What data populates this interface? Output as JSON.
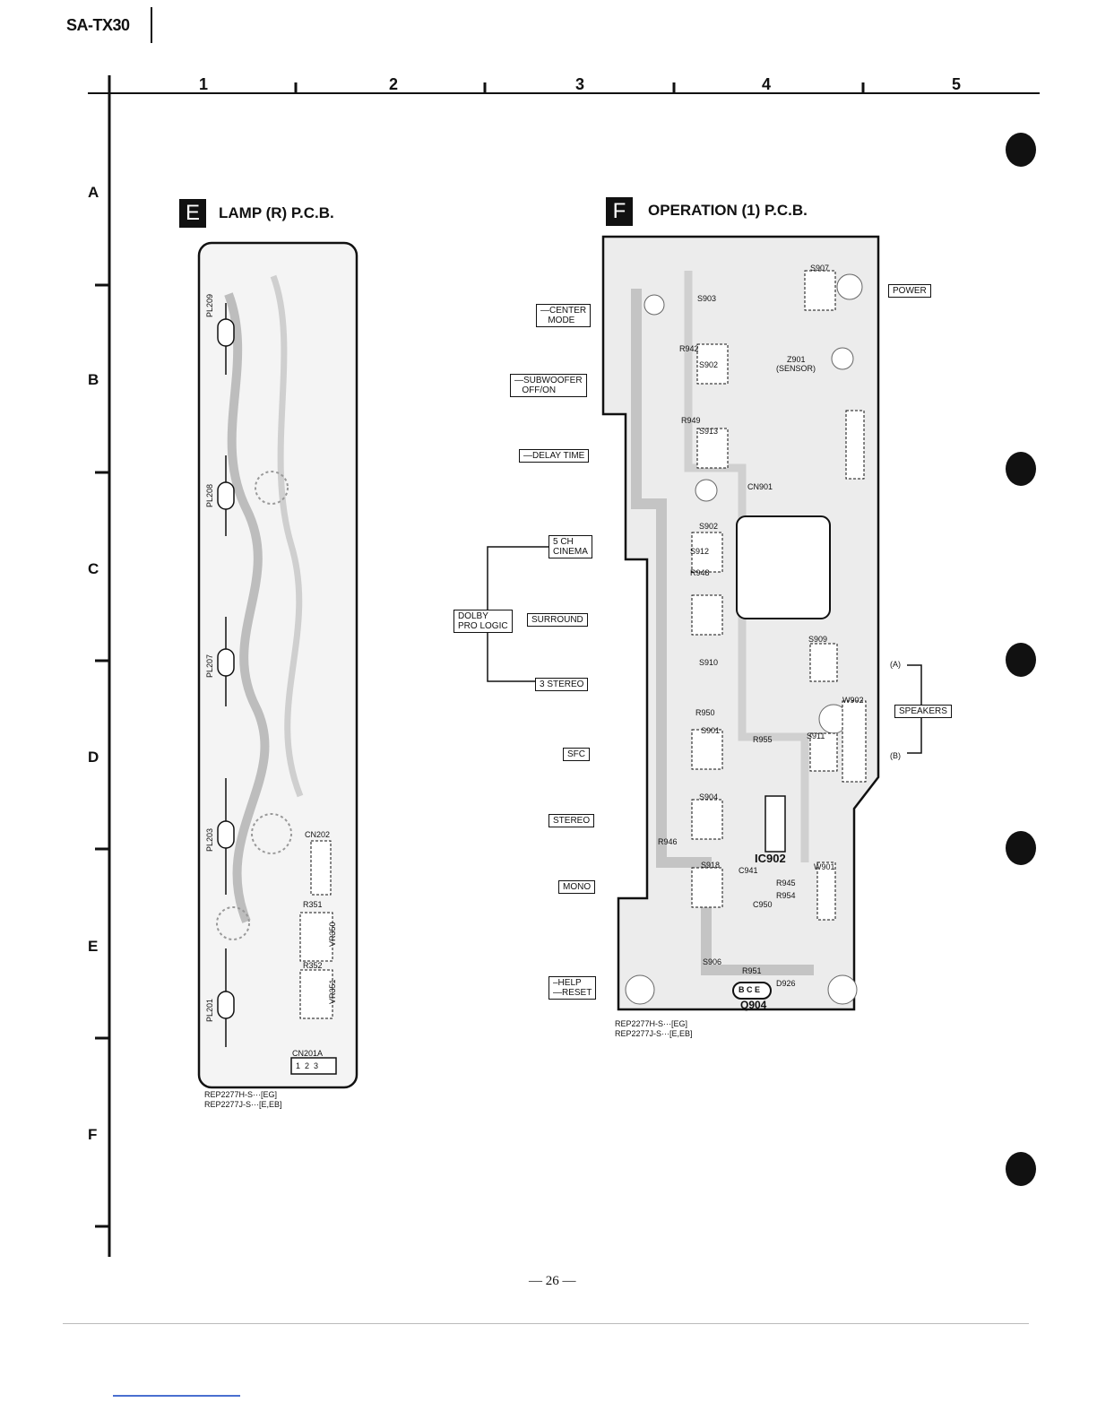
{
  "header": {
    "model": "SA-TX30"
  },
  "grid": {
    "columns": [
      "1",
      "2",
      "3",
      "4",
      "5"
    ],
    "rows": [
      "A",
      "B",
      "C",
      "D",
      "E",
      "F"
    ]
  },
  "pcb_e": {
    "badge": "E",
    "title": "LAMP (R) P.C.B.",
    "lamps": [
      "PL209",
      "PL208",
      "PL207",
      "PL203",
      "PL201"
    ],
    "parts": [
      "CN202",
      "R351",
      "VR350",
      "R352",
      "VR351",
      "CN201A"
    ],
    "connector_pins": "1  2  3",
    "part_numbers": "REP2277H-S···[EG]\nREP2277J-S···[E,EB]"
  },
  "pcb_f": {
    "badge": "F",
    "title": "OPERATION (1) P.C.B.",
    "labels": {
      "center_mode": "—CENTER\n   MODE",
      "subwoofer": "—SUBWOOFER\n   OFF/ON",
      "delay_time": "—DELAY TIME",
      "ch5_cinema": "5 CH\nCINEMA",
      "dolby": "DOLBY\nPRO LOGIC",
      "surround": "SURROUND",
      "stereo3": "3 STEREO",
      "sfc": "SFC",
      "stereo": "STEREO",
      "mono": "MONO",
      "help_reset": "–HELP\n—RESET",
      "power": "POWER",
      "speakers": "SPEAKERS",
      "spk_a": "(A)",
      "spk_b": "(B)"
    },
    "parts": [
      "S907",
      "S903",
      "R942",
      "S902",
      "Z901",
      "(SENSOR)",
      "R949",
      "S913",
      "CN901",
      "S902",
      "S912",
      "R948",
      "S909",
      "S910",
      "R950",
      "S901",
      "R955",
      "S911",
      "S904",
      "R946",
      "S918",
      "C941",
      "R945",
      "R954",
      "C950",
      "S906",
      "R951",
      "D926",
      "W901",
      "W902",
      "IC902",
      "Q904"
    ],
    "q904_pins": "B C E",
    "part_numbers": "REP2277H-S···[EG]\nREP2277J-S···[E,EB]"
  },
  "footer": {
    "page": "— 26 —"
  }
}
